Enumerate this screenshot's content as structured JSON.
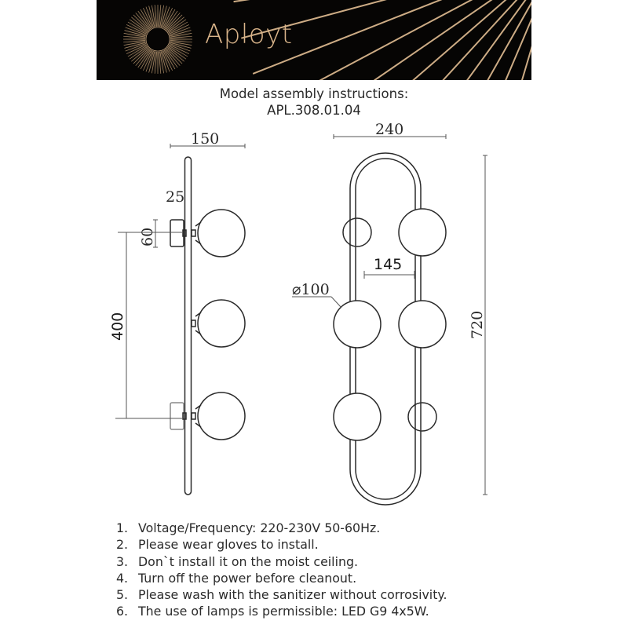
{
  "header": {
    "brand": "Aployt",
    "colors": {
      "background": "#060504",
      "accent": "#d9b48a"
    }
  },
  "title": {
    "line1": "Model assembly instructions:",
    "line2": "APL.308.01.04"
  },
  "side_view": {
    "dimensions": {
      "width": "150",
      "depth": "25",
      "mount_height": "60",
      "mount_spacing": "400"
    }
  },
  "front_view": {
    "dimensions": {
      "width": "240",
      "height": "720",
      "shade_spacing": "145",
      "shade_diameter": "⌀100"
    }
  },
  "notes": [
    {
      "num": "1.",
      "text": "Voltage/Frequency: 220-230V 50-60Hz."
    },
    {
      "num": "2.",
      "text": "Please wear gloves to install."
    },
    {
      "num": "3.",
      "text": "Don`t install it on the moist ceiling."
    },
    {
      "num": "4.",
      "text": "Turn off the power before cleanout."
    },
    {
      "num": "5.",
      "text": "Please wash with the sanitizer without corrosivity."
    },
    {
      "num": "6.",
      "text": "The use of lamps is permissible: LED G9 4x5W."
    }
  ]
}
